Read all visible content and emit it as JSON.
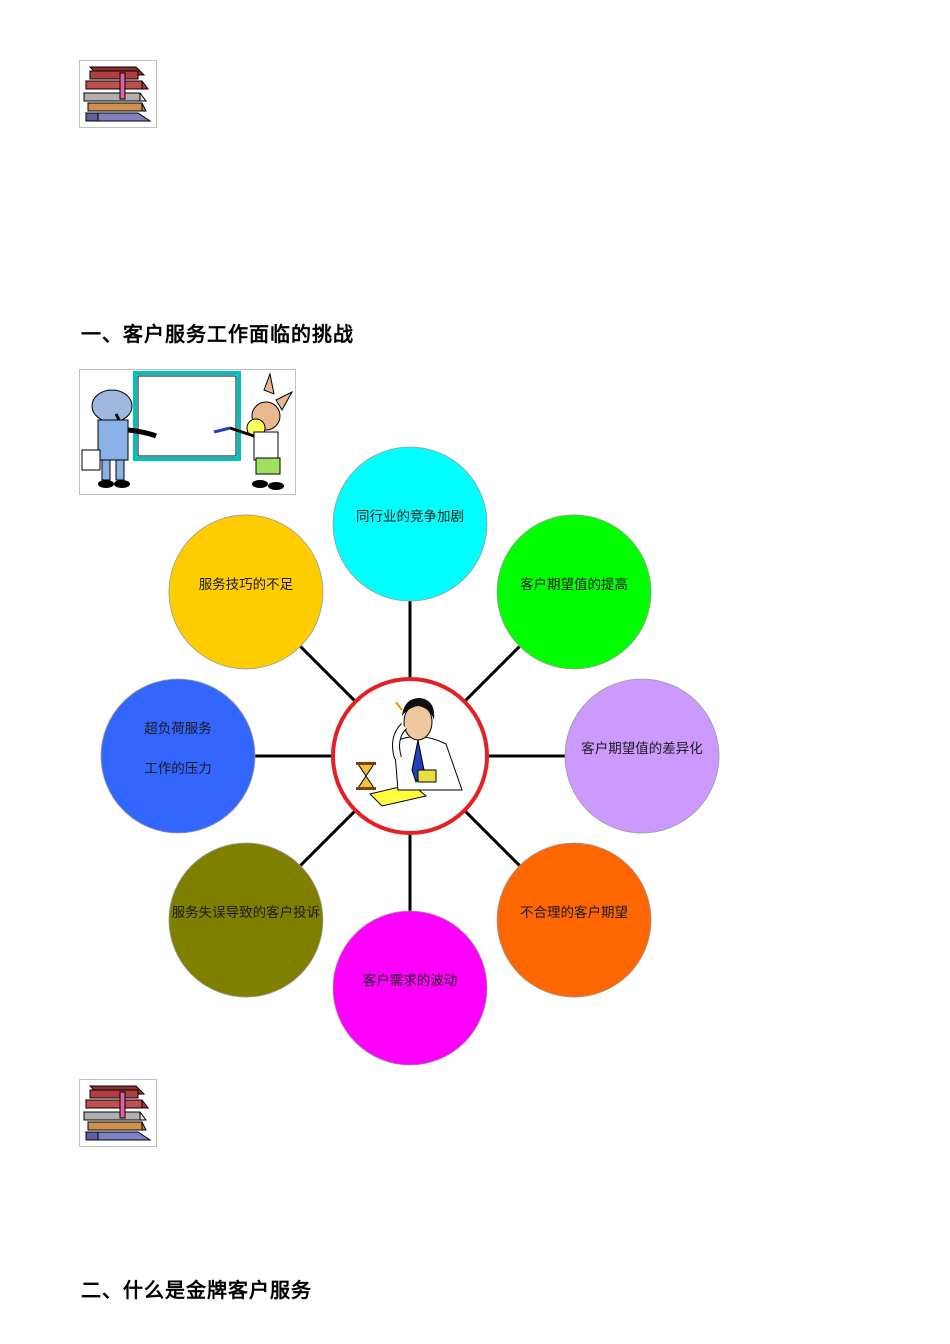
{
  "headings": {
    "section_1": "一、客户服务工作面临的挑战",
    "section_2": "二、什么是金牌客户服务"
  },
  "diagram": {
    "center": {
      "icon": "stressed-businessman-icon",
      "border_color": "#e32124"
    },
    "nodes": [
      {
        "id": "competition",
        "lines": [
          "同行业的竞争加剧"
        ],
        "color": "#00ffff"
      },
      {
        "id": "expectation-rise",
        "lines": [
          "客户期望值的提高"
        ],
        "color": "#00ff00"
      },
      {
        "id": "expectation-variance",
        "lines": [
          "客户期望值的差异化"
        ],
        "color": "#cc99ff"
      },
      {
        "id": "unreasonable-expectation",
        "lines": [
          "不合理的客户期望"
        ],
        "color": "#ff6600"
      },
      {
        "id": "demand-fluctuation",
        "lines": [
          "客户需求的波动"
        ],
        "color": "#ff00ff"
      },
      {
        "id": "service-error-complaint",
        "lines": [
          "服务失误导致的客户投诉"
        ],
        "color": "#808000"
      },
      {
        "id": "overload-pressure",
        "lines": [
          "超负荷服务",
          "工作的压力"
        ],
        "color": "#3366ff"
      },
      {
        "id": "skill-shortage",
        "lines": [
          "服务技巧的不足"
        ],
        "color": "#ffcc00"
      }
    ]
  },
  "icons": {
    "books_top": "books-stack-icon",
    "presenters": "elephant-rabbit-whiteboard-icon",
    "books_bottom": "books-stack-icon"
  }
}
